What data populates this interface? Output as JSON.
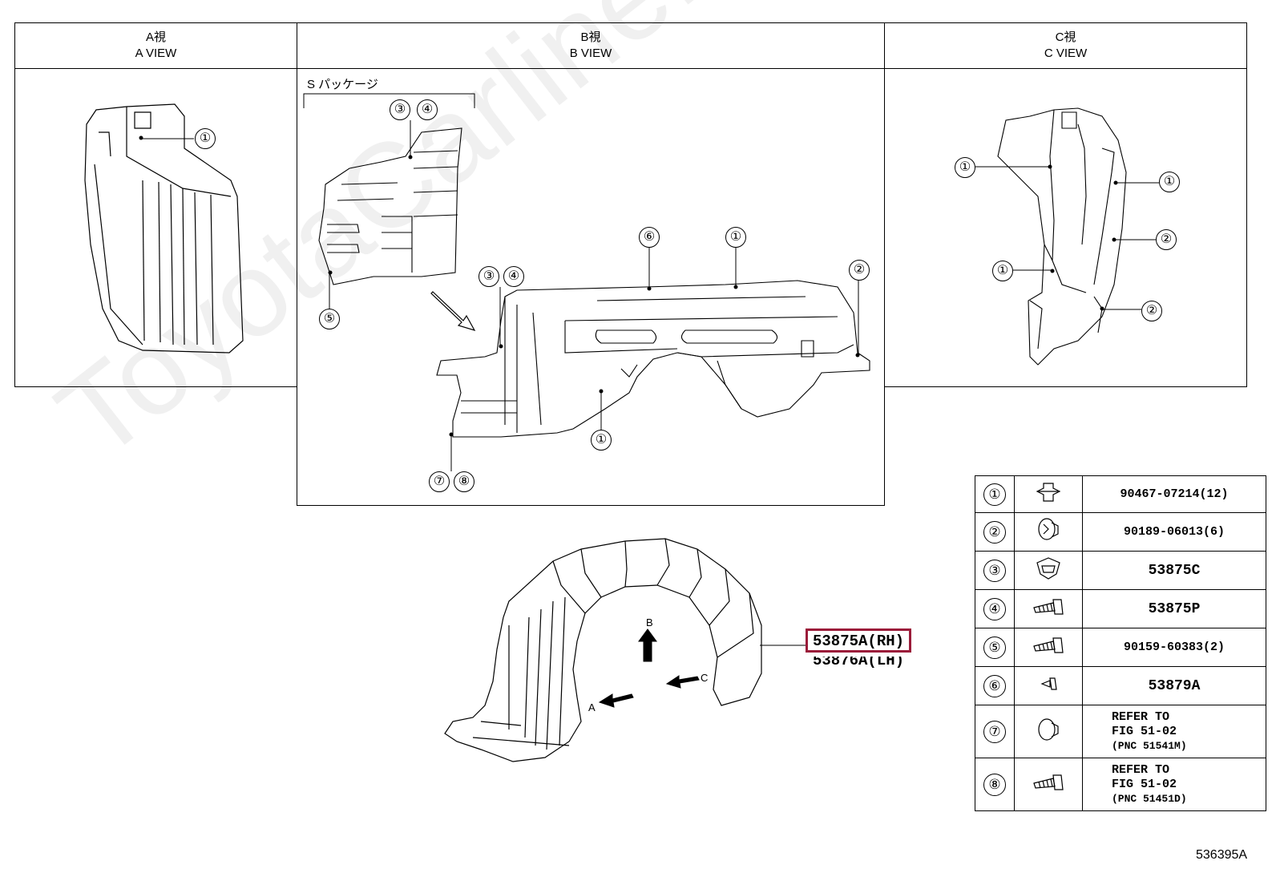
{
  "views": {
    "a": {
      "jp": "A視",
      "en": "A VIEW"
    },
    "b": {
      "jp": "B視",
      "en": "B VIEW"
    },
    "c": {
      "jp": "C視",
      "en": "C VIEW"
    }
  },
  "b_view": {
    "package_label": "S パッケージ"
  },
  "callouts": {
    "n1": "①",
    "n2": "②",
    "n3": "③",
    "n4": "④",
    "n5": "⑤",
    "n6": "⑥",
    "n7": "⑦",
    "n8": "⑧"
  },
  "main_diagram": {
    "arrow_a": "A",
    "arrow_b": "B",
    "arrow_c": "C",
    "part_rh": "53875A(RH)",
    "part_lh": "53876A(LH)",
    "highlight_color": "#9b1c3a"
  },
  "legend": {
    "rows": [
      {
        "num": "①",
        "icon": "clip-icon",
        "part": "90467-07214(12)"
      },
      {
        "num": "②",
        "icon": "nut-clip-icon",
        "part": "90189-06013(6)"
      },
      {
        "num": "③",
        "icon": "nut-icon",
        "part": "53875C"
      },
      {
        "num": "④",
        "icon": "screw-icon",
        "part": "53875P"
      },
      {
        "num": "⑤",
        "icon": "screw-icon",
        "part": "90159-60383(2)"
      },
      {
        "num": "⑥",
        "icon": "small-clip-icon",
        "part": "53879A"
      },
      {
        "num": "⑦",
        "icon": "clip-icon",
        "refer1": "REFER TO",
        "refer2": "FIG 51-02",
        "refer3": "(PNC 51541M)"
      },
      {
        "num": "⑧",
        "icon": "screw-icon",
        "refer1": "REFER TO",
        "refer2": "FIG 51-02",
        "refer3": "(PNC 51451D)"
      }
    ]
  },
  "figure_id": "536395A",
  "watermark": "ToyotaCarline.ru"
}
